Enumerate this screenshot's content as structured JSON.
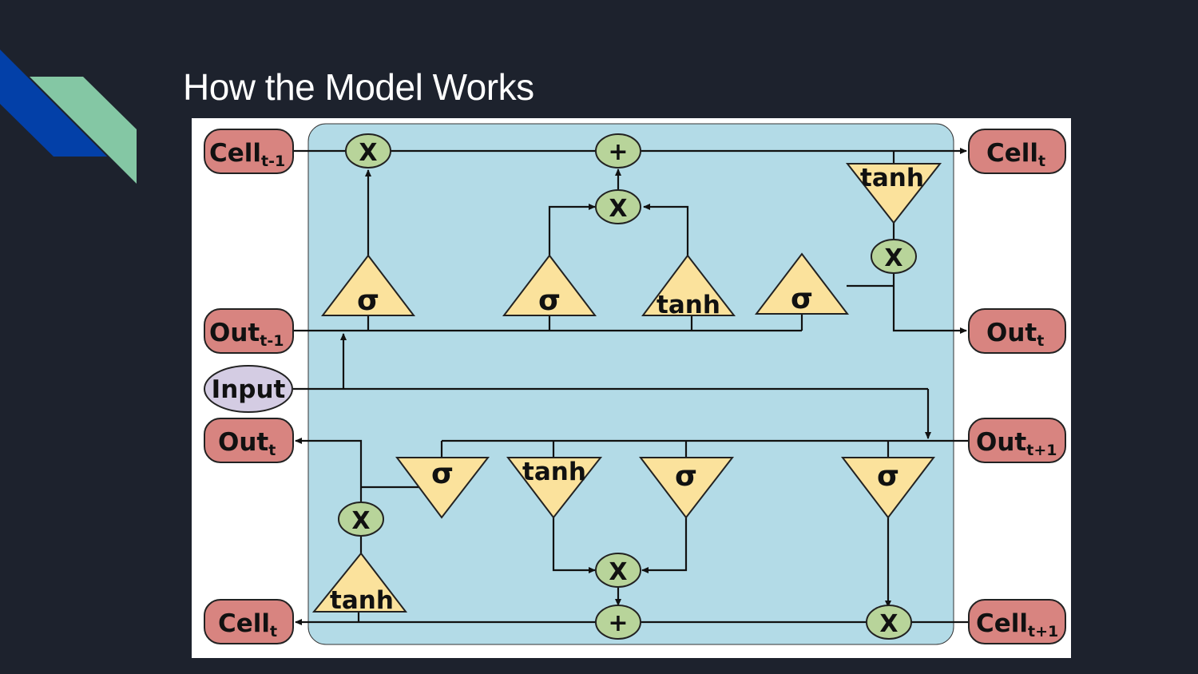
{
  "slide": {
    "title": "How the Model Works",
    "colors": {
      "background": "#1d222d",
      "accent_blue": "#0340a8",
      "accent_green": "#84c7a4"
    }
  },
  "diagram": {
    "colors": {
      "panel_bg": "#ffffff",
      "cell_bg": "#b3dbe7",
      "state_node": "#d88480",
      "input_node": "#d4cce3",
      "op_node": "#b8d49a",
      "activation": "#fbe29c",
      "line": "#111111"
    },
    "left_nodes": {
      "cell_prev": {
        "base": "Cell",
        "sub": "t-1"
      },
      "out_prev": {
        "base": "Out",
        "sub": "t-1"
      },
      "input": {
        "base": "Input",
        "sub": ""
      },
      "out_t": {
        "base": "Out",
        "sub": "t"
      },
      "cell_t": {
        "base": "Cell",
        "sub": "t"
      }
    },
    "right_nodes": {
      "cell_t": {
        "base": "Cell",
        "sub": "t"
      },
      "out_t": {
        "base": "Out",
        "sub": "t"
      },
      "out_next": {
        "base": "Out",
        "sub": "t+1"
      },
      "cell_next": {
        "base": "Cell",
        "sub": "t+1"
      }
    },
    "ops": {
      "multiply": "X",
      "add": "+"
    },
    "activations": {
      "sigmoid": "σ",
      "tanh": "tanh"
    }
  }
}
